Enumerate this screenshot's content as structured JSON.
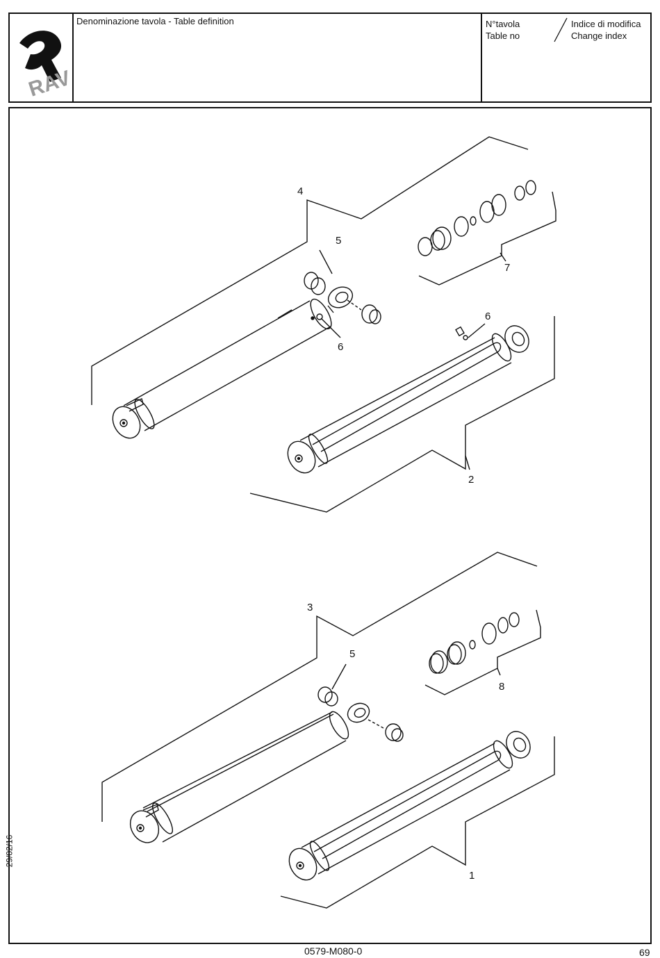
{
  "header": {
    "table_definition_label": "Denominazione tavola - Table definition",
    "table_no_label_it": "N°tavola",
    "table_no_label_en": "Table no",
    "change_index_label_it": "Indice di modifica",
    "change_index_label_en": "Change index",
    "logo_text": "RAV"
  },
  "callouts": {
    "c1": "1",
    "c2": "2",
    "c3": "3",
    "c4": "4",
    "c5_top": "5",
    "c5_bottom": "5",
    "c6_left": "6",
    "c6_right": "6",
    "c7": "7",
    "c8": "8"
  },
  "footer": {
    "document_code": "0579-M080-0",
    "page_number": "69",
    "side_date": "29/02/16"
  }
}
